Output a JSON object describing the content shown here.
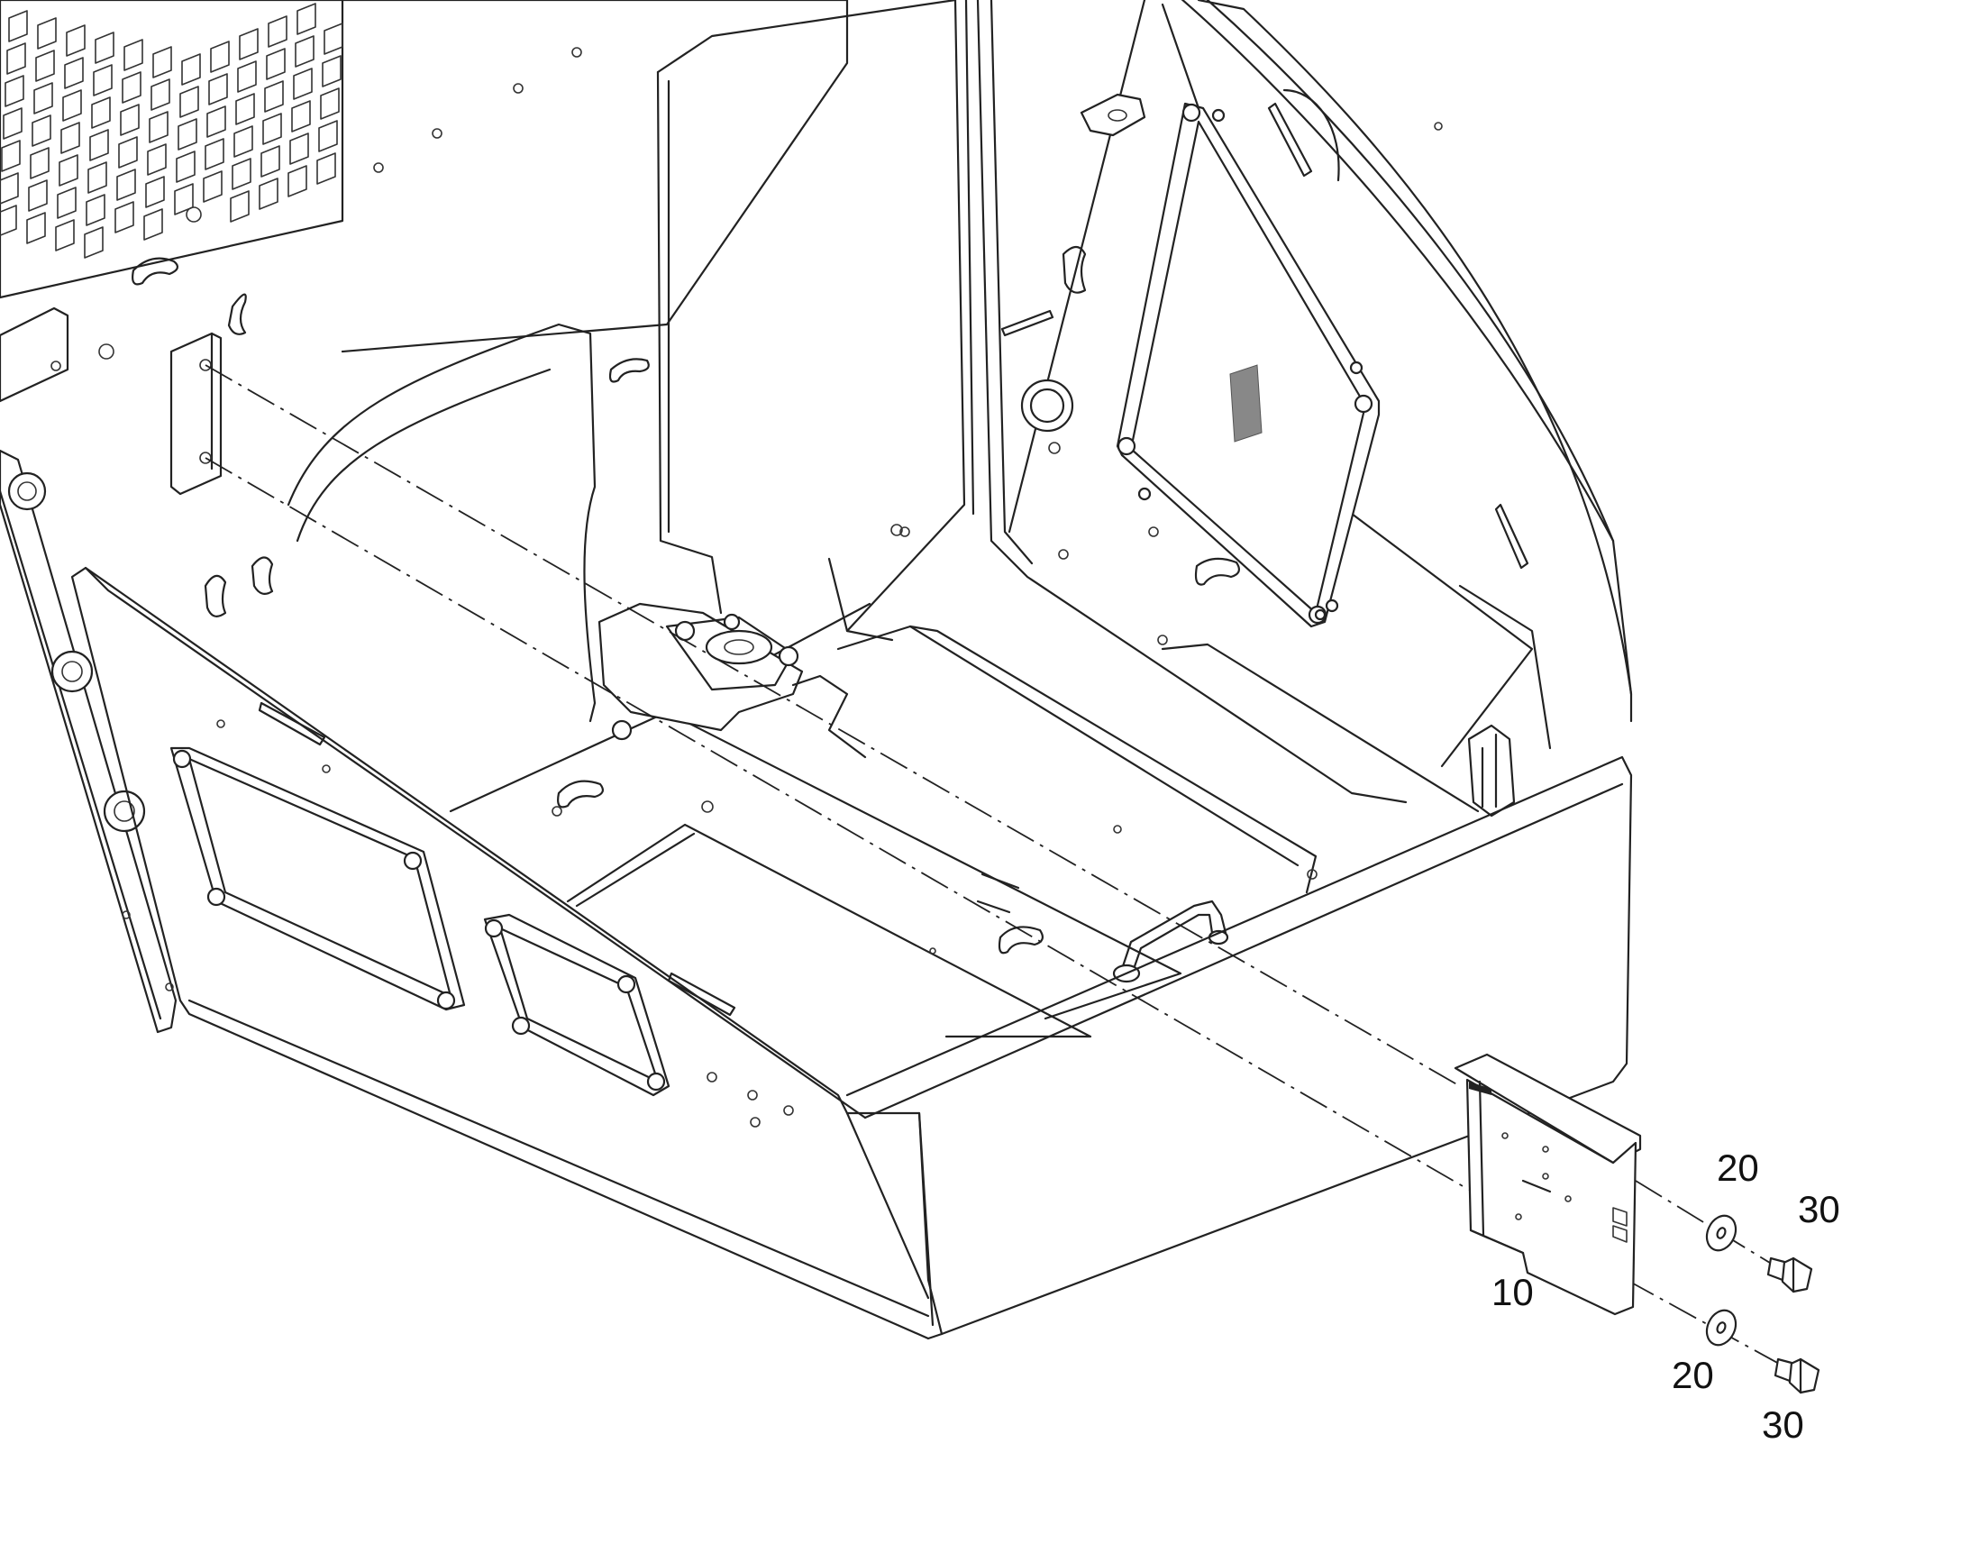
{
  "callouts": {
    "part_10": "10",
    "part_20_upper": "20",
    "part_30_upper": "30",
    "part_20_lower": "20",
    "part_30_lower": "30"
  },
  "colors": {
    "line": "#222222",
    "background": "#ffffff",
    "hatch": "#888888"
  }
}
